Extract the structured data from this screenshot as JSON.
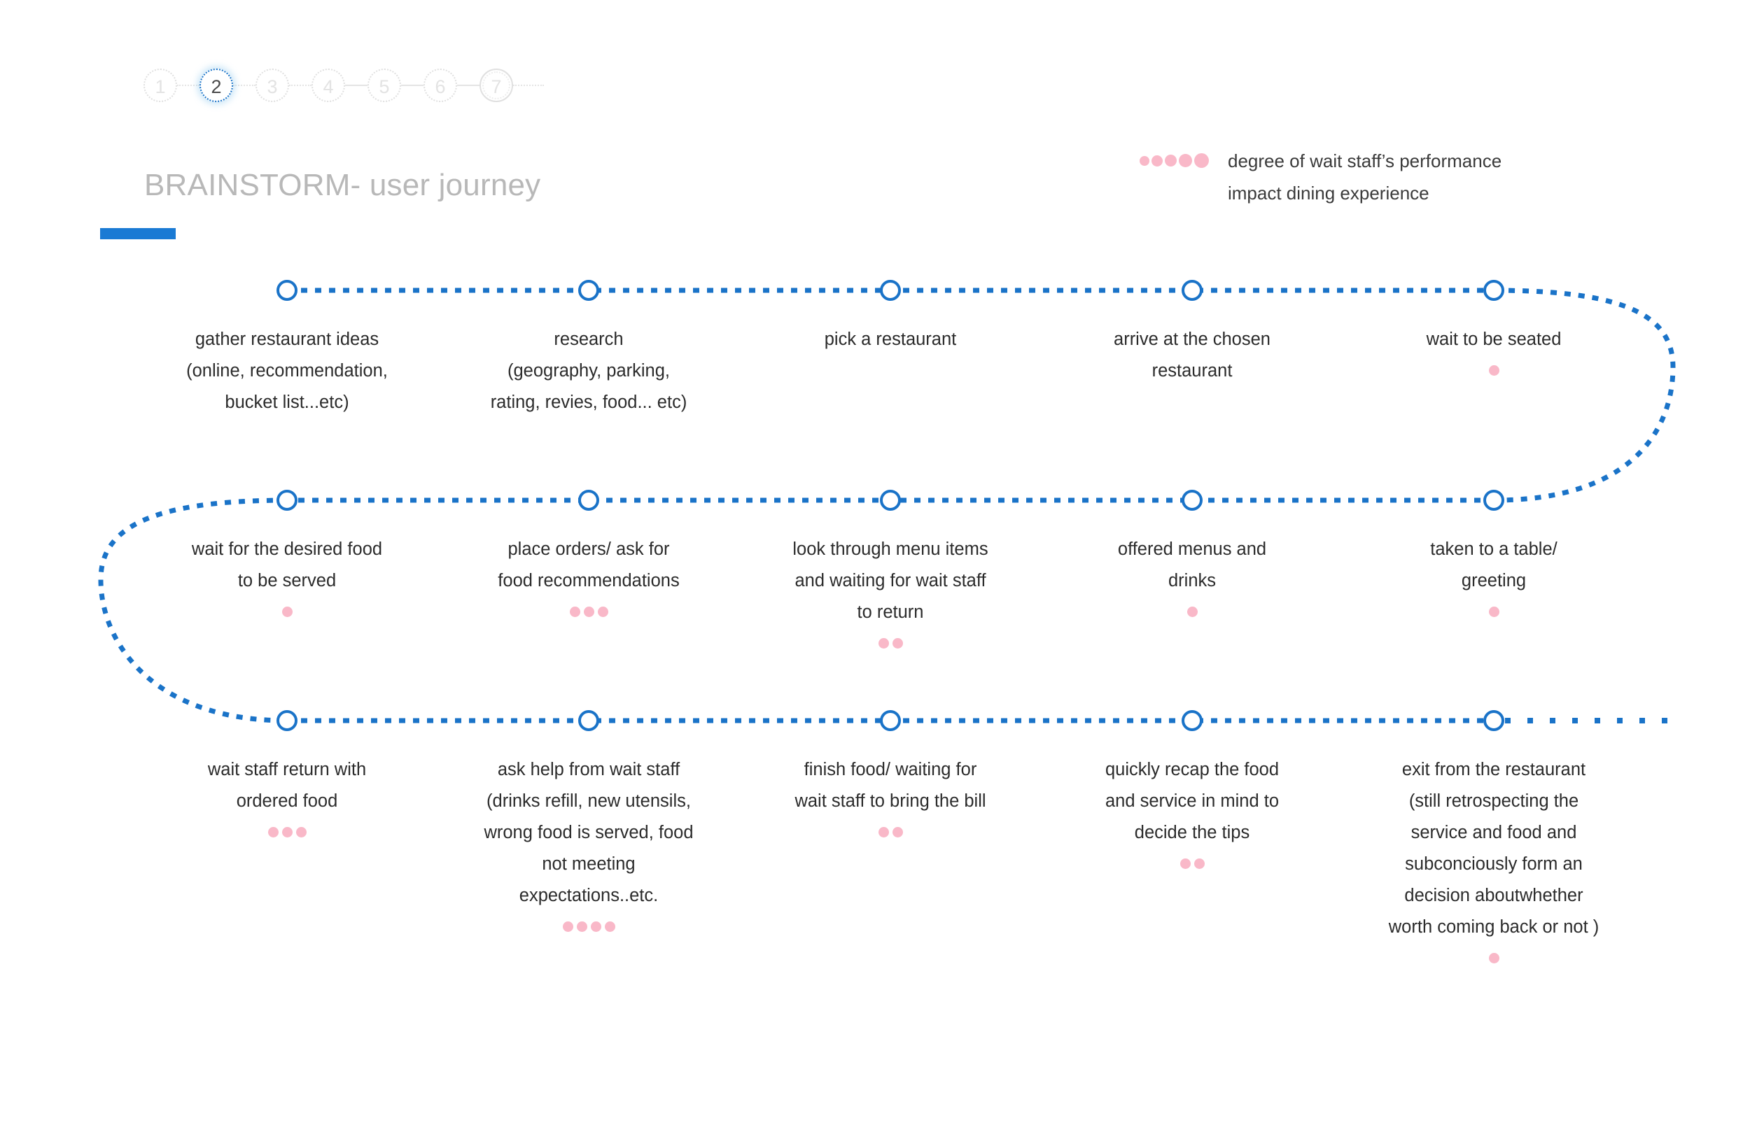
{
  "step_indicator": {
    "steps": [
      "1",
      "2",
      "3",
      "4",
      "5",
      "6",
      "7"
    ],
    "active": "2",
    "active_color": "#1a73c8"
  },
  "header": {
    "title": "BRAINSTORM- user journey",
    "title_color": "#b8b8b8",
    "underline_color": "#1a7ad4"
  },
  "legend": {
    "dot_count": 5,
    "dot_color": "#f9b8c8",
    "text": "degree of wait staff’s performance\nimpact dining experience"
  },
  "journey": {
    "line_color": "#1a73c8",
    "node_color": "#1a73c8",
    "rows": [
      {
        "row_index": 0,
        "steps": [
          {
            "label": "gather restaurant ideas\n(online, recommendation,\nbucket list...etc)",
            "impact": 0
          },
          {
            "label": "research\n(geography, parking,\nrating, revies, food... etc)",
            "impact": 0
          },
          {
            "label": "pick a restaurant",
            "impact": 0
          },
          {
            "label": "arrive at the chosen\nrestaurant",
            "impact": 0
          },
          {
            "label": "wait to be seated",
            "impact": 1
          }
        ]
      },
      {
        "row_index": 1,
        "steps": [
          {
            "label": "wait for the desired food\nto be served",
            "impact": 1
          },
          {
            "label": "place orders/ ask for\nfood recommendations",
            "impact": 3
          },
          {
            "label": "look through menu items\nand waiting for wait staff\nto return",
            "impact": 2
          },
          {
            "label": "offered menus and\ndrinks",
            "impact": 1
          },
          {
            "label": "taken to a table/\ngreeting",
            "impact": 1
          }
        ]
      },
      {
        "row_index": 2,
        "steps": [
          {
            "label": "wait staff return with\nordered food",
            "impact": 3
          },
          {
            "label": "ask help from wait staff\n(drinks refill, new utensils,\nwrong food is served, food\nnot meeting\nexpectations..etc.",
            "impact": 4
          },
          {
            "label": "finish food/ waiting for\nwait staff to bring the bill",
            "impact": 2
          },
          {
            "label": "quickly recap the food\nand service in mind to\ndecide the tips",
            "impact": 2
          },
          {
            "label": "exit from the restaurant\n(still retrospecting the\nservice and food and\nsubconciously form an\ndecision aboutwhether\nworth coming back or not )",
            "impact": 1
          }
        ]
      }
    ]
  }
}
